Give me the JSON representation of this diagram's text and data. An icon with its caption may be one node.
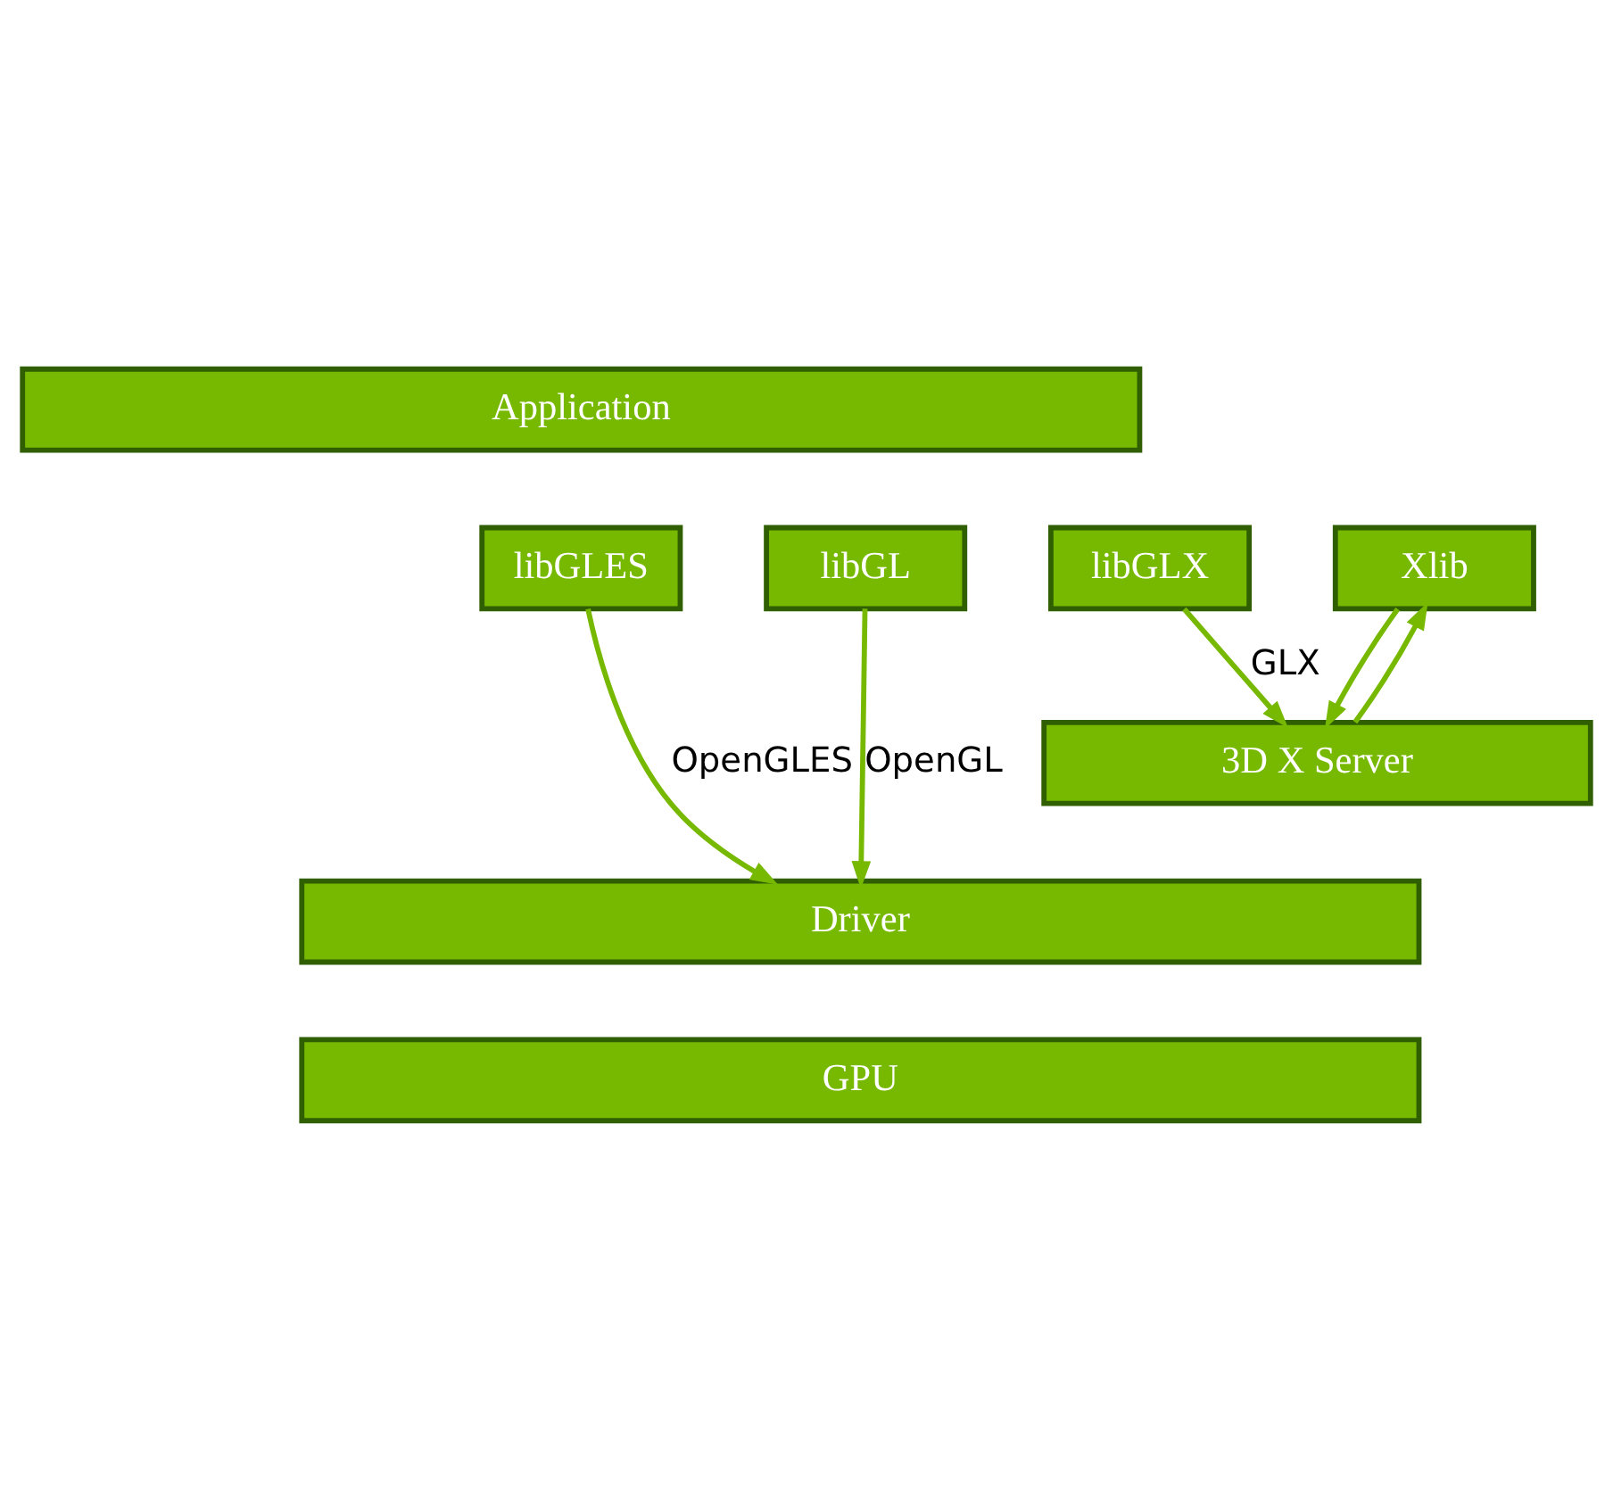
{
  "diagram": {
    "nodes": [
      {
        "text": [
          "Application"
        ]
      },
      {
        "text": [
          "libGLES"
        ]
      },
      {
        "text": [
          "libGL"
        ]
      },
      {
        "text": [
          "libGLX"
        ]
      },
      {
        "text": [
          "Xlib"
        ]
      },
      {
        "text": [
          "3D X Server"
        ]
      },
      {
        "text": [
          "Driver"
        ]
      },
      {
        "text": [
          "GPU"
        ]
      }
    ],
    "edges": [
      {
        "from": 1,
        "to": 6,
        "arrow": "to",
        "label": "OpenGLES"
      },
      {
        "from": 2,
        "to": 6,
        "arrow": "to",
        "label": "OpenGL"
      },
      {
        "from": 3,
        "to": 5,
        "arrow": "to",
        "label": "GLX"
      },
      {
        "from": 4,
        "to": 5,
        "arrow": "to"
      },
      {
        "from": 5,
        "to": 4,
        "arrow": "to"
      }
    ]
  }
}
